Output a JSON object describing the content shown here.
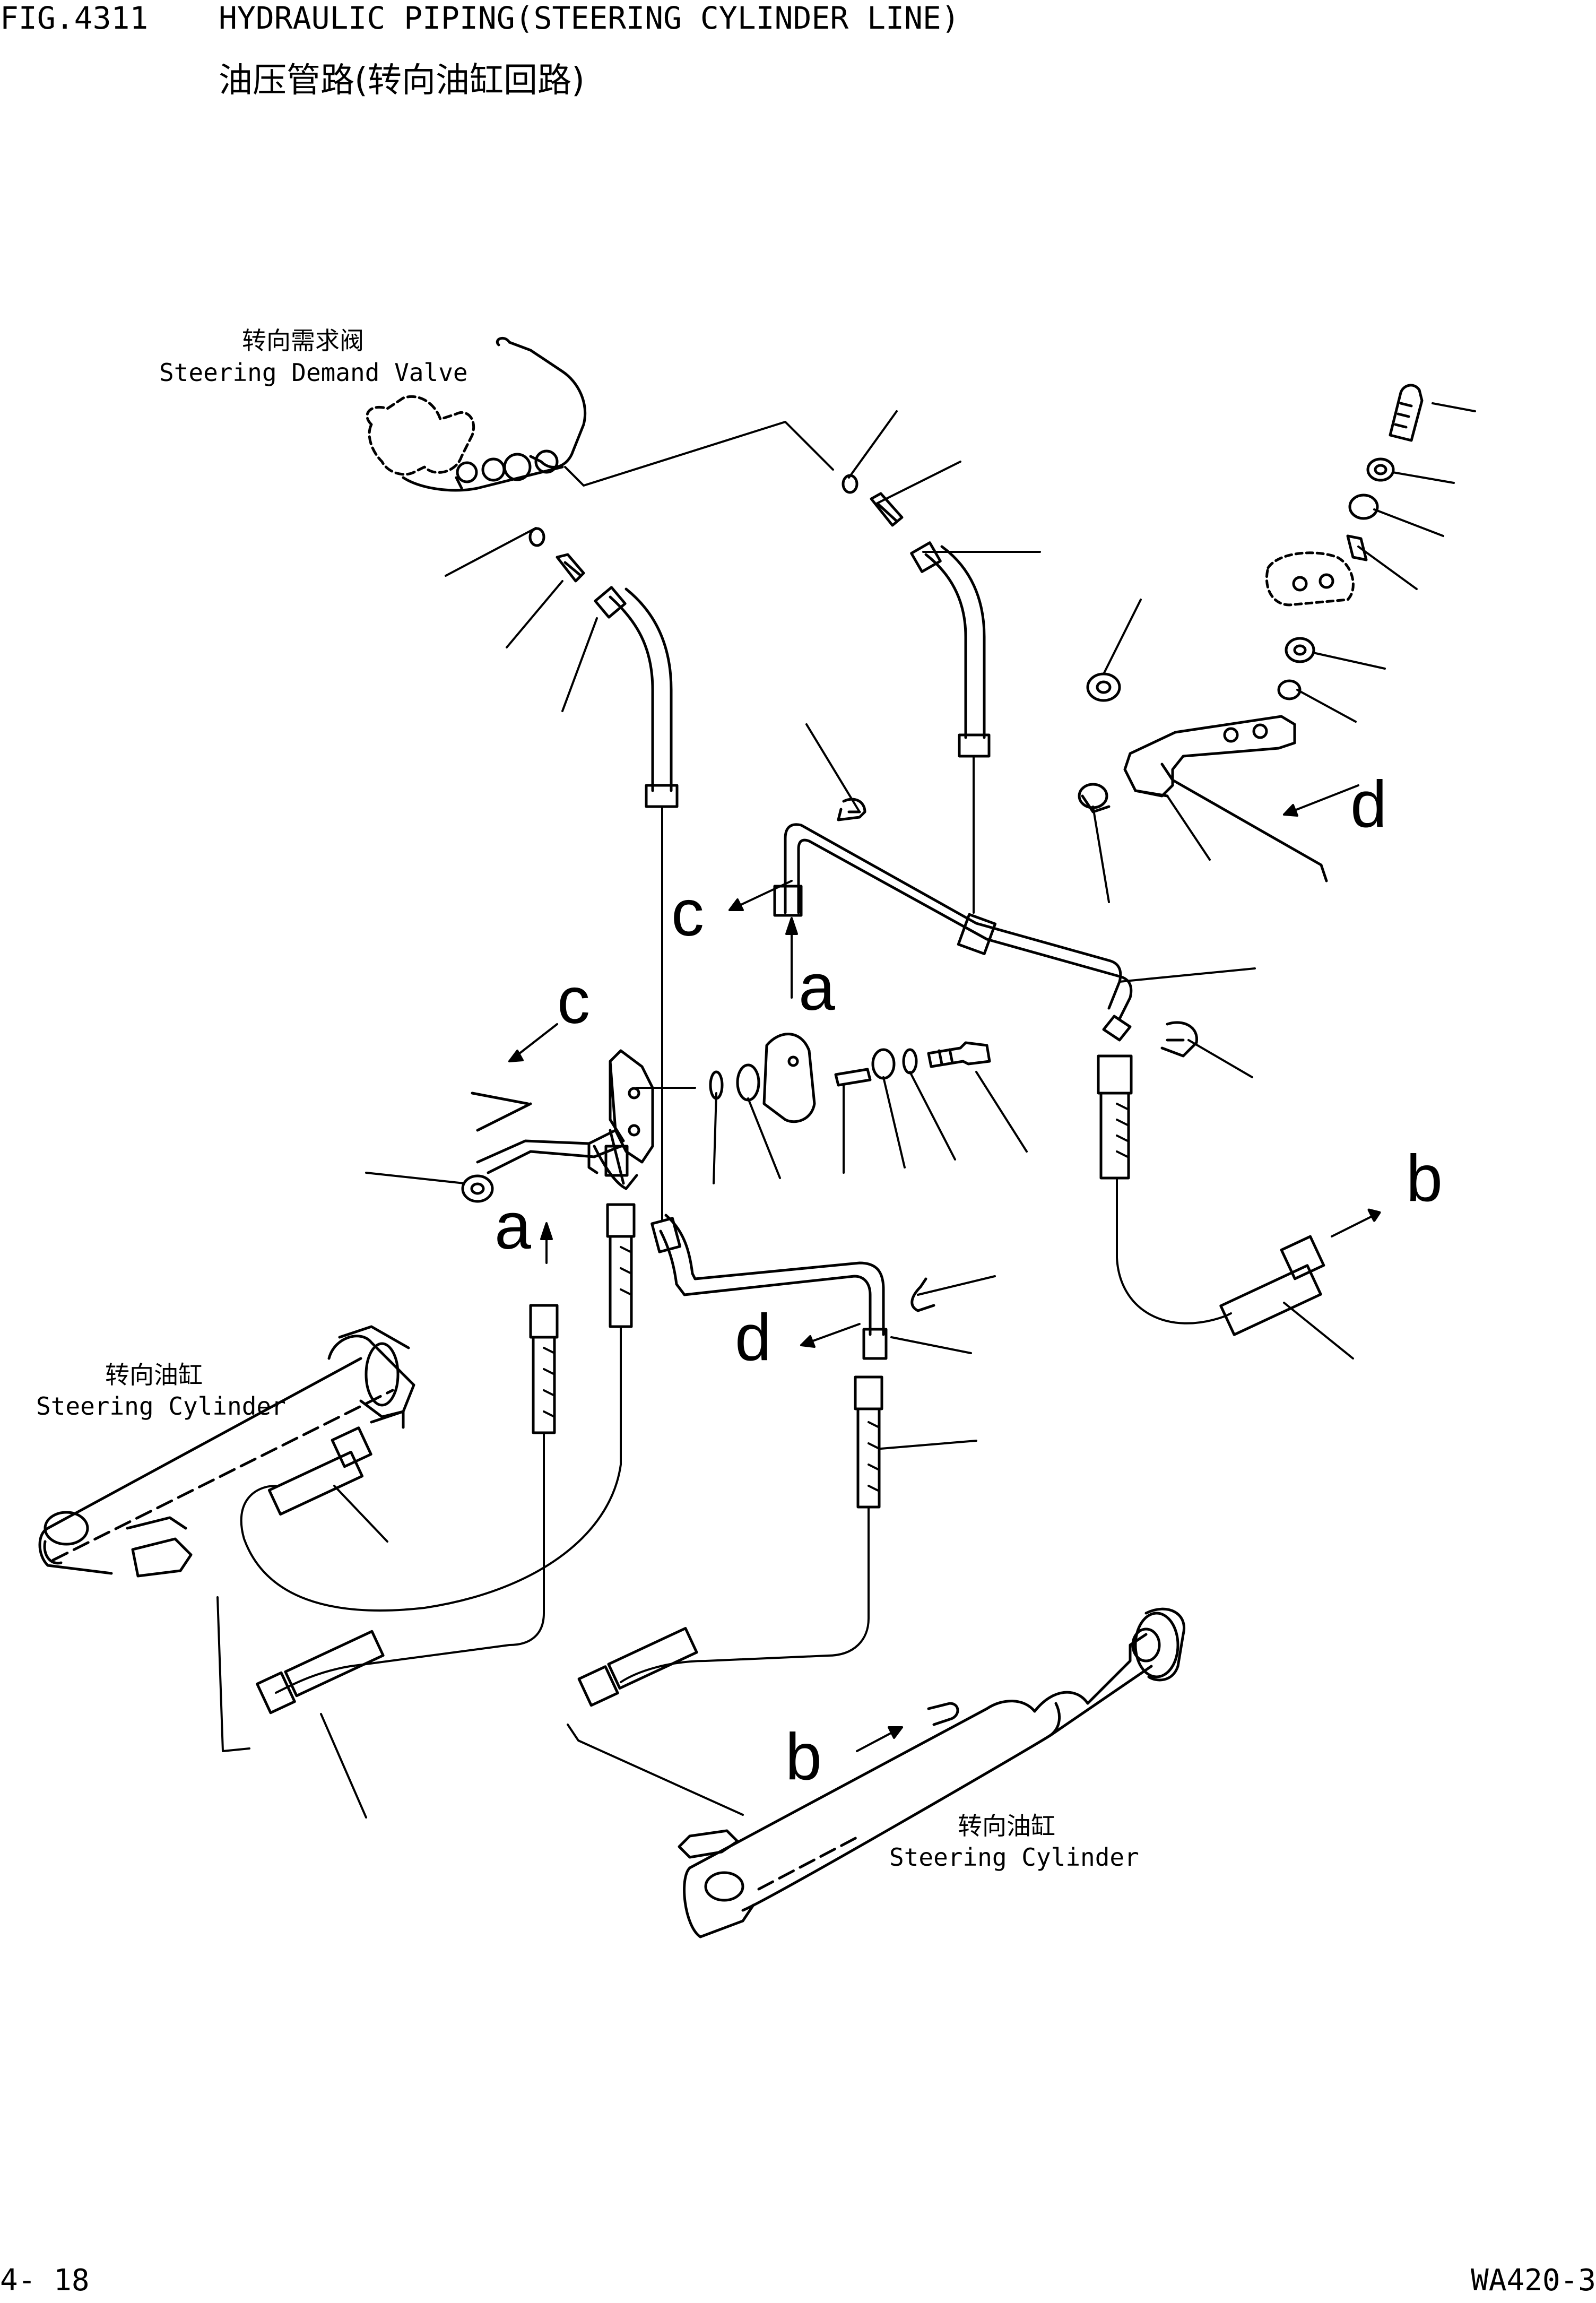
{
  "header": {
    "fig_number": "FIG.4311",
    "title_en": "HYDRAULIC PIPING(STEERING CYLINDER LINE)",
    "title_zh": "油压管路(转向油缸回路)"
  },
  "labels": {
    "valve_zh": "转向需求阀",
    "valve_en": "Steering Demand Valve",
    "cyl_left_zh": "转向油缸",
    "cyl_left_en": "Steering Cylinder",
    "cyl_right_zh": "转向油缸",
    "cyl_right_en": "Steering Cylinder"
  },
  "arrow_letters": [
    "a",
    "a",
    "b",
    "b",
    "c",
    "c",
    "d",
    "d"
  ],
  "footer": {
    "page": "4- 18",
    "model": "WA420-3"
  }
}
